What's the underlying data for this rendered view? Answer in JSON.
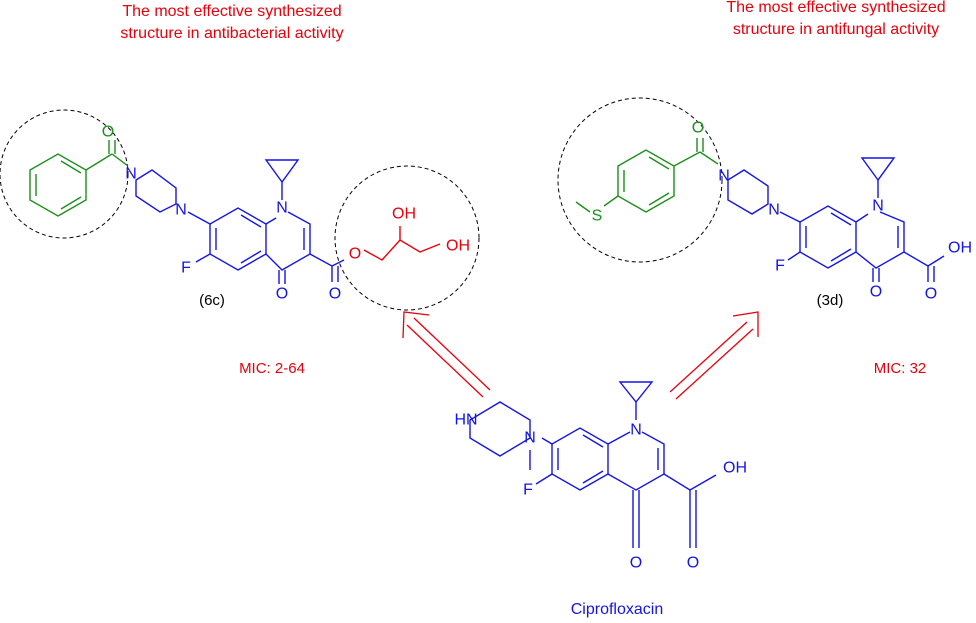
{
  "captions": {
    "left_line1": "The most effective synthesized",
    "left_line2": "structure in antibacterial activity",
    "right_line1": "The most effective synthesized",
    "right_line2": "structure in antifungal activity"
  },
  "compounds": {
    "left_id": "(6c)",
    "right_id": "(3d)",
    "parent_name": "Ciprofloxacin"
  },
  "mic": {
    "left": "MIC: 2-64",
    "right": "MIC: 32"
  },
  "atoms": {
    "N": "N",
    "F": "F",
    "O": "O",
    "OH": "OH",
    "HN": "HN",
    "S": "S"
  },
  "colors": {
    "core": "#1414e6",
    "substituent": "#1a8f1a",
    "ester_chain": "#e8000b",
    "caption": "#e8000b"
  }
}
